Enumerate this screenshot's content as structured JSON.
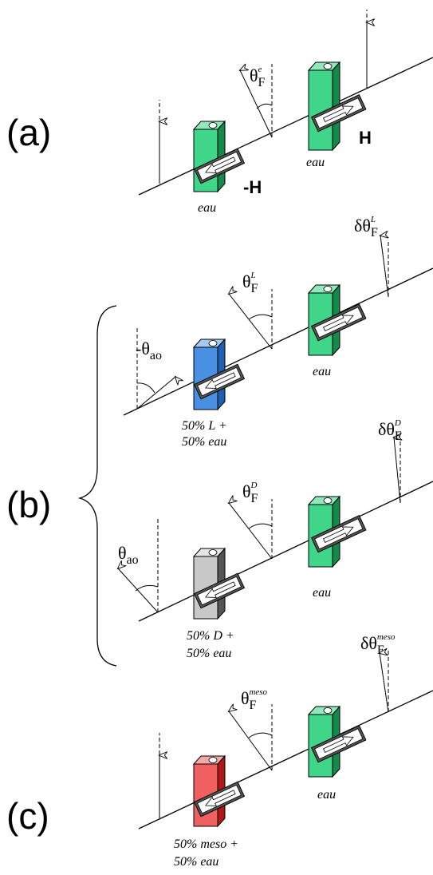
{
  "panels": {
    "a": "(a)",
    "b": "(b)",
    "c": "(c)"
  },
  "field_labels": {
    "neg": "-H",
    "pos": "H"
  },
  "cell_captions": {
    "eau": "eau",
    "L_line1": "50% L +",
    "L_line2": "50% eau",
    "D_line1": "50% D +",
    "D_line2": "50% eau",
    "meso_line1": "50% meso +",
    "meso_line2": "50% eau"
  },
  "angles": {
    "theta": "θ",
    "delta_theta": "δθ",
    "minus_theta": "-θ",
    "F": "F",
    "ao": "ao",
    "sup_e": "e",
    "sup_L": "L",
    "sup_D": "D",
    "sup_meso": "meso"
  },
  "colors": {
    "water": "#3fd68a",
    "water_dark": "#16894a",
    "L": "#4a90e2",
    "L_dark": "#1f5fb0",
    "D": "#c8c8c8",
    "D_dark": "#555555",
    "meso": "#f06060",
    "meso_dark": "#b01818"
  }
}
